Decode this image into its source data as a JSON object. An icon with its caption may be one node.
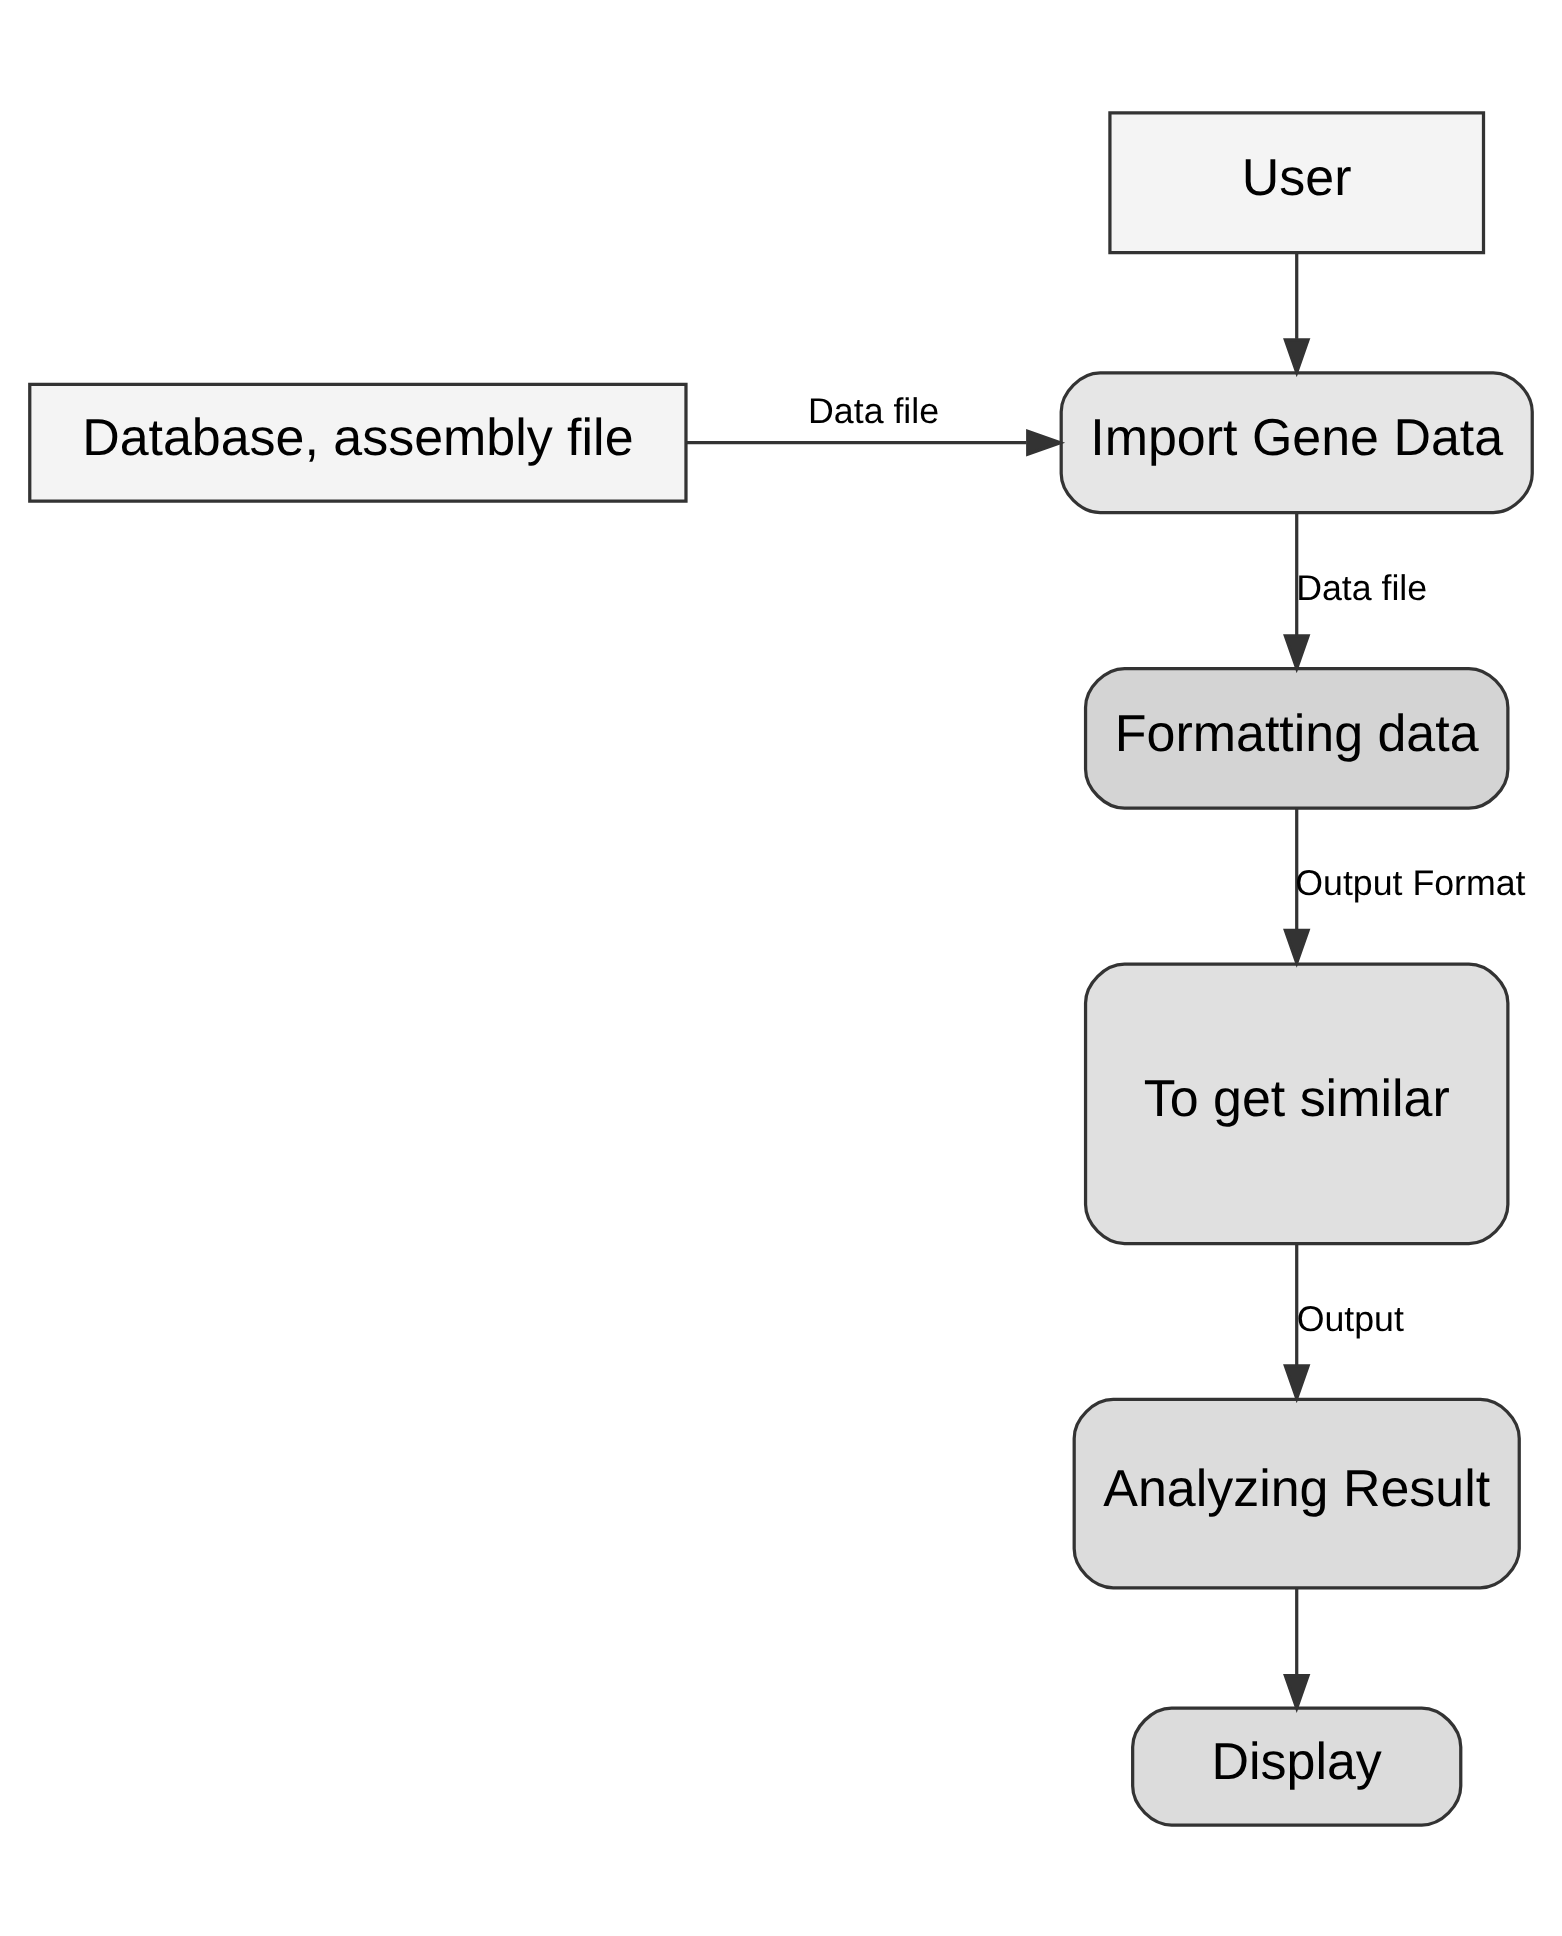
{
  "diagram": {
    "nodes": [
      {
        "text": [
          "User"
        ]
      },
      {
        "text": [
          "Database, assembly file"
        ]
      },
      {
        "text": [
          "Import Gene Data"
        ]
      },
      {
        "text": [
          "Formatting data"
        ]
      },
      {
        "text": [
          "To get similar"
        ]
      },
      {
        "text": [
          "Analyzing Result"
        ]
      },
      {
        "text": [
          "Display"
        ]
      }
    ],
    "edges": [
      {
        "from": 0,
        "to": 2,
        "arrow": "to"
      },
      {
        "from": 1,
        "to": 2,
        "arrow": "to",
        "label": "Data file"
      },
      {
        "from": 2,
        "to": 3,
        "arrow": "to",
        "label": "Data file"
      },
      {
        "from": 3,
        "to": 4,
        "arrow": "to",
        "label": "Output Format"
      },
      {
        "from": 4,
        "to": 5,
        "arrow": "to",
        "label": "Output"
      },
      {
        "from": 5,
        "to": 6,
        "arrow": "to"
      }
    ]
  }
}
